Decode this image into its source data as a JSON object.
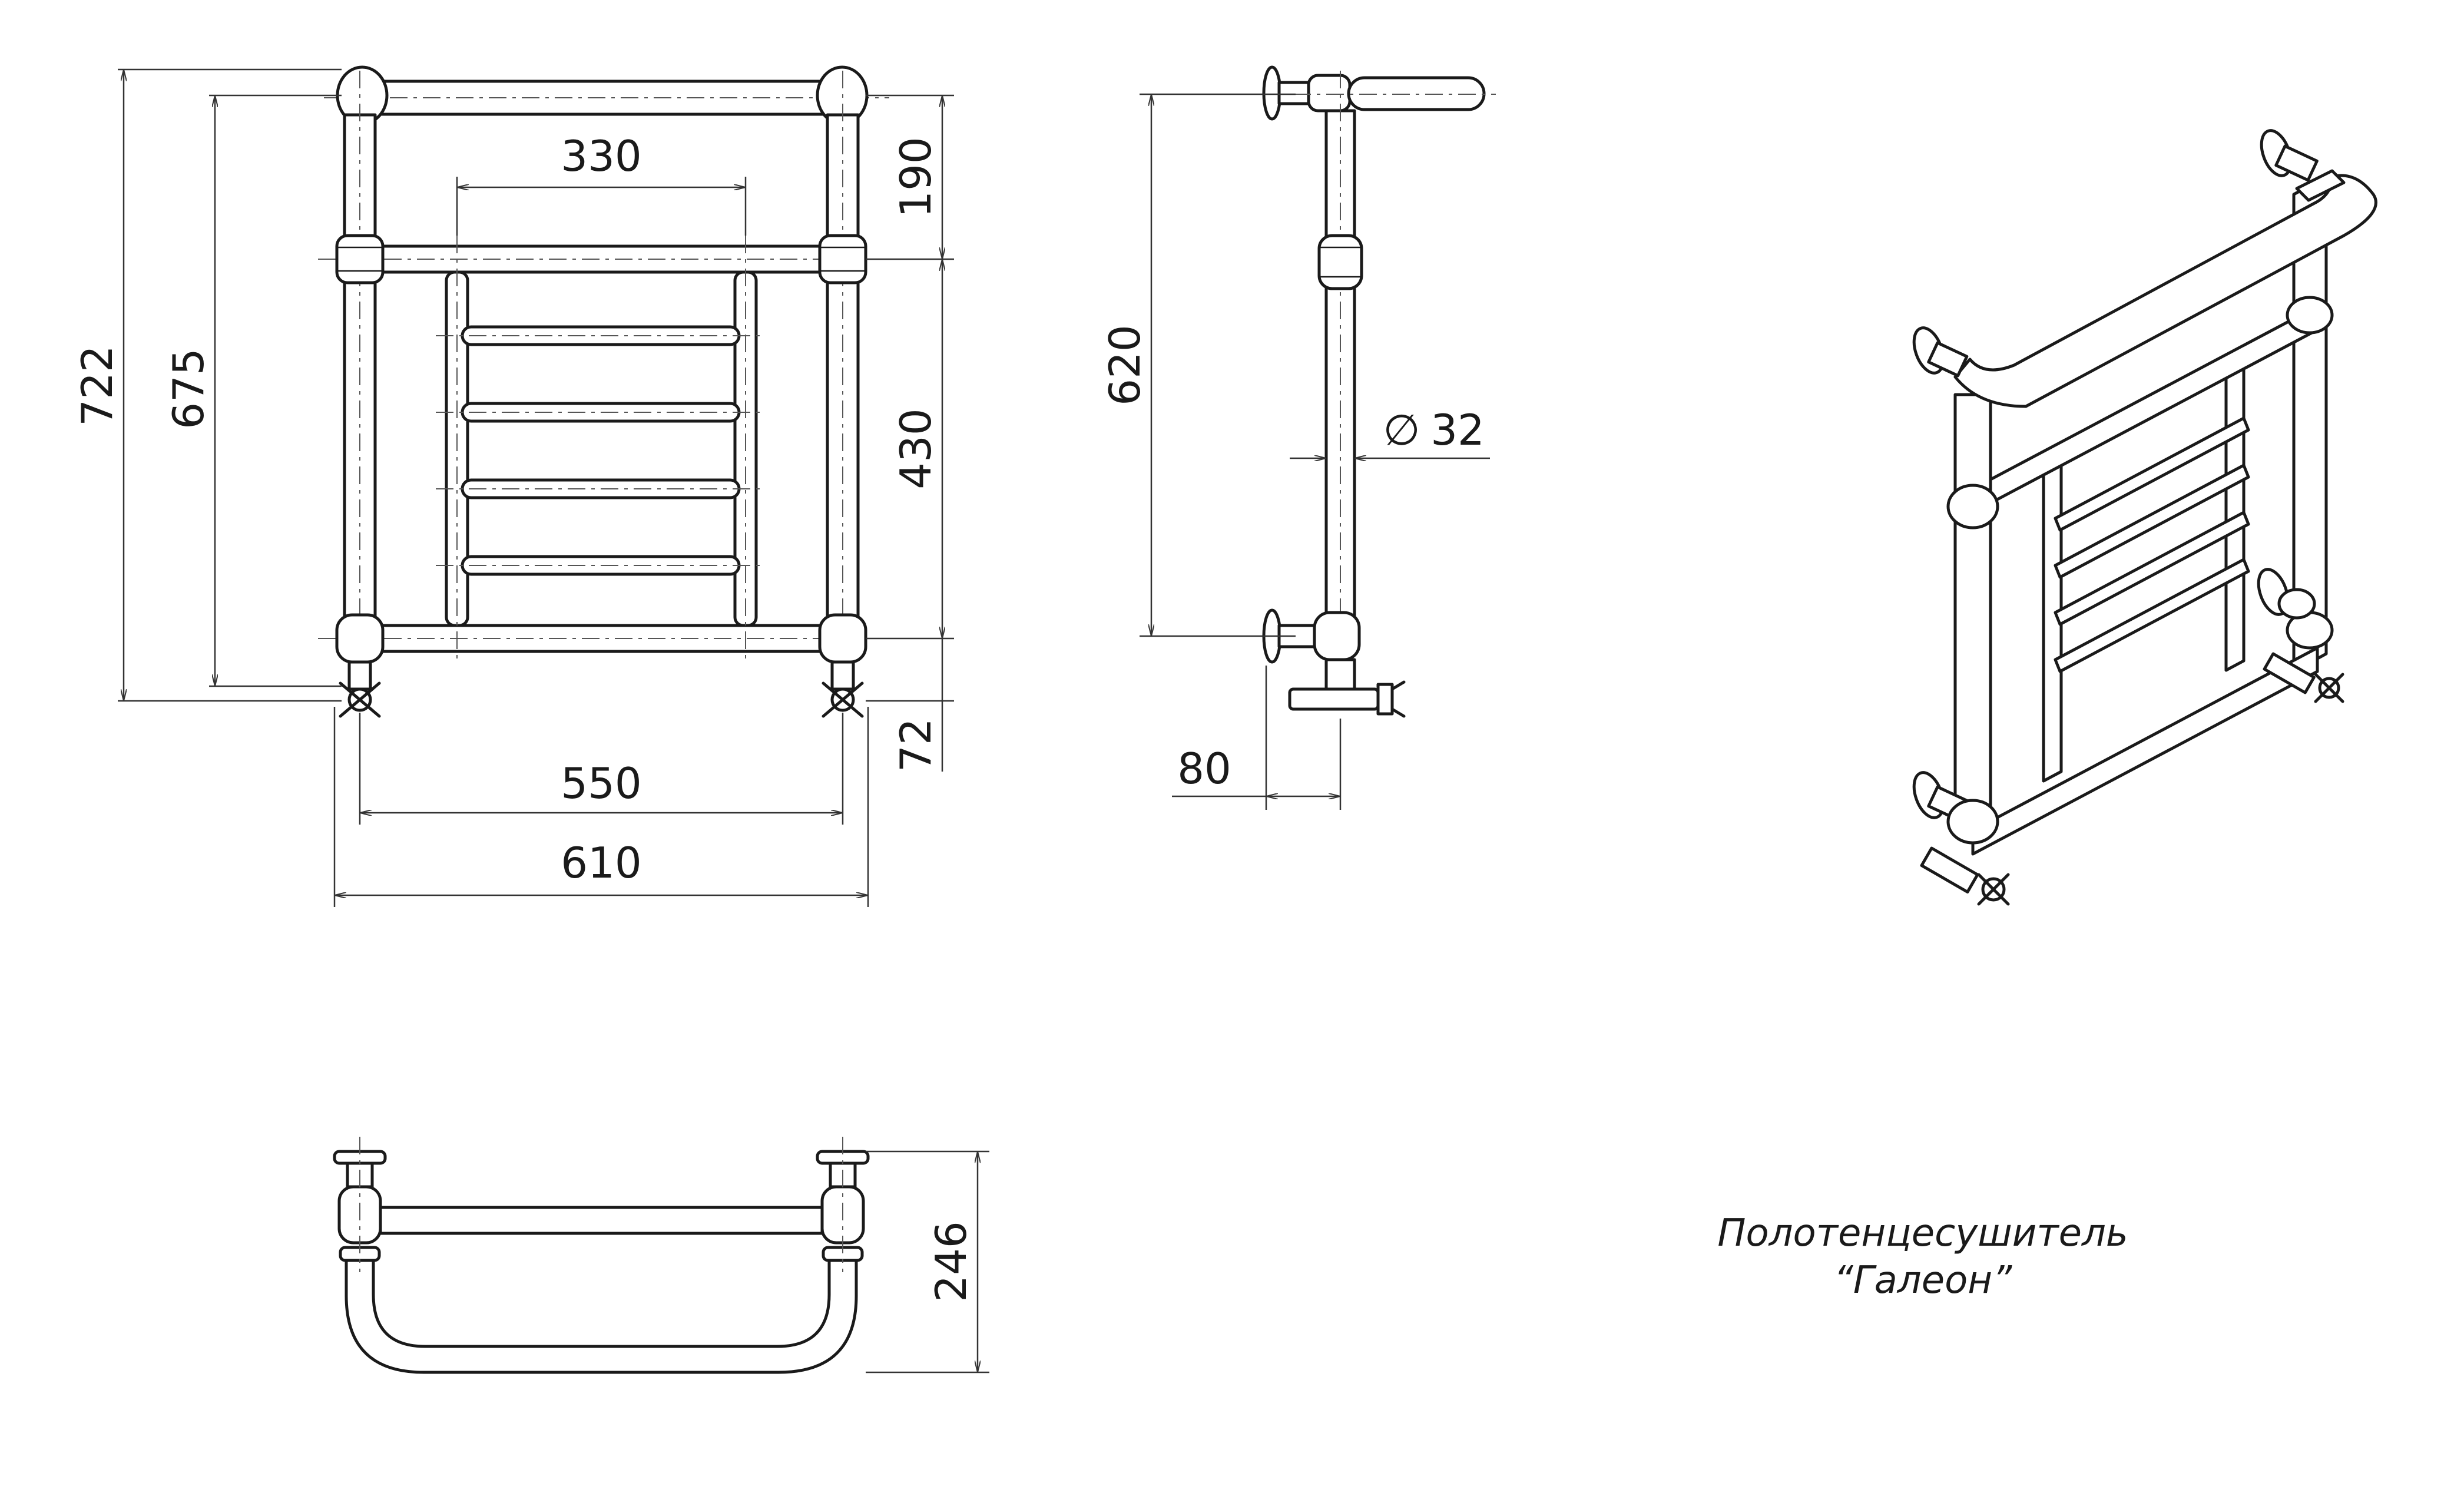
{
  "title": {
    "line1": "Полотенцесушитель",
    "line2": "“Галеон”"
  },
  "front_view": {
    "overall_height": "722",
    "height_between_centers": "675",
    "inner_frame_width": "330",
    "top_section_height": "190",
    "middle_section_height": "430",
    "valve_drop": "72",
    "axis_width": "550",
    "overall_width": "610"
  },
  "side_view": {
    "height": "620",
    "wall_offset": "80",
    "pipe_diameter_symbol": "∅",
    "pipe_diameter": "32"
  },
  "top_view": {
    "depth": "246"
  },
  "colors": {
    "line": "#1a1a1a",
    "background": "#ffffff"
  }
}
